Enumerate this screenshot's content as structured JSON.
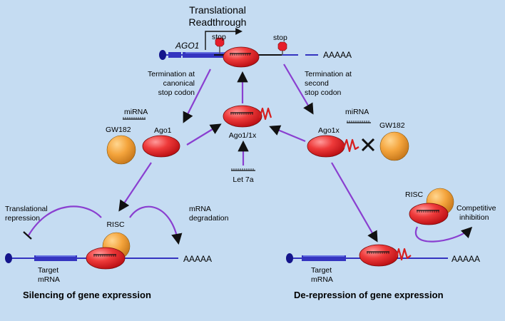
{
  "title": [
    "Translational",
    "Readthrough"
  ],
  "gene_label": "AGO1",
  "stop_labels": [
    "stop",
    "stop"
  ],
  "polyA": "AAAAA",
  "termination_canonical": [
    "Termination at",
    "canonical",
    "stop codon"
  ],
  "termination_second": [
    "Termination at",
    "second",
    "stop codon"
  ],
  "mirna": "miRNA",
  "gw182": "GW182",
  "ago1": "Ago1",
  "ago1x": "Ago1x",
  "ago1_1x": "Ago1/1x",
  "let7a": "Let 7a",
  "risc": "RISC",
  "translational_repression": [
    "Translational",
    "repression"
  ],
  "mrna_degradation": [
    "mRNA",
    "degradation"
  ],
  "competitive_inhibition": [
    "Competitive",
    "inhibition"
  ],
  "target_mrna": [
    "Target",
    "mRNA"
  ],
  "heading_left": "Silencing of gene expression",
  "heading_right": "De-repression of gene expression",
  "colors": {
    "background": "#c5dcf2",
    "mrna_line": "#3434c0",
    "arrow_purple": "#8a3fd0",
    "ribosome_red": "#e01e24",
    "gw182_orange": "#f2a23a",
    "stop_sign": "#e61e2a",
    "readthrough_tail": "#d61e1e"
  }
}
